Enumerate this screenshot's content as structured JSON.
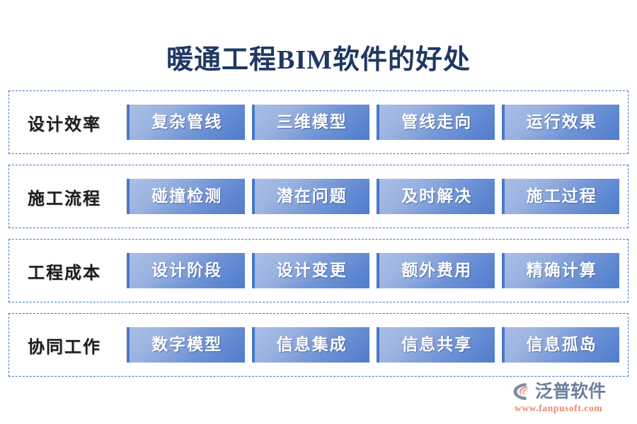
{
  "page": {
    "title": "暖通工程BIM软件的好处",
    "background_color": "#ffffff",
    "title_color": "#1f3864",
    "accent_color": "#4472c4",
    "chip_gradient_from": "#a9bfe6",
    "chip_gradient_to": "#4f7ccb",
    "chip_text_color": "#ffffff",
    "label_color": "#1c1c1c"
  },
  "rows": [
    {
      "label": "设计效率",
      "chips": [
        {
          "label": "复杂管线"
        },
        {
          "label": "三维模型"
        },
        {
          "label": "管线走向"
        },
        {
          "label": "运行效果"
        }
      ]
    },
    {
      "label": "施工流程",
      "chips": [
        {
          "label": "碰撞检测"
        },
        {
          "label": "潜在问题"
        },
        {
          "label": "及时解决"
        },
        {
          "label": "施工过程"
        }
      ]
    },
    {
      "label": "工程成本",
      "chips": [
        {
          "label": "设计阶段"
        },
        {
          "label": "设计变更"
        },
        {
          "label": "额外费用"
        },
        {
          "label": "精确计算"
        }
      ]
    },
    {
      "label": "协同工作",
      "chips": [
        {
          "label": "数字模型"
        },
        {
          "label": "信息集成"
        },
        {
          "label": "信息共享"
        },
        {
          "label": "信息孤岛"
        }
      ]
    }
  ],
  "logo": {
    "icon_name": "fanpu-swoosh-logo",
    "brand": "泛普软件",
    "url": "www.fanpusoft.com",
    "brand_color": "#6d7f9e",
    "url_color": "#e8886a",
    "mark_color": "#7b8ca8",
    "mark_accent_color": "#e99b7c"
  }
}
